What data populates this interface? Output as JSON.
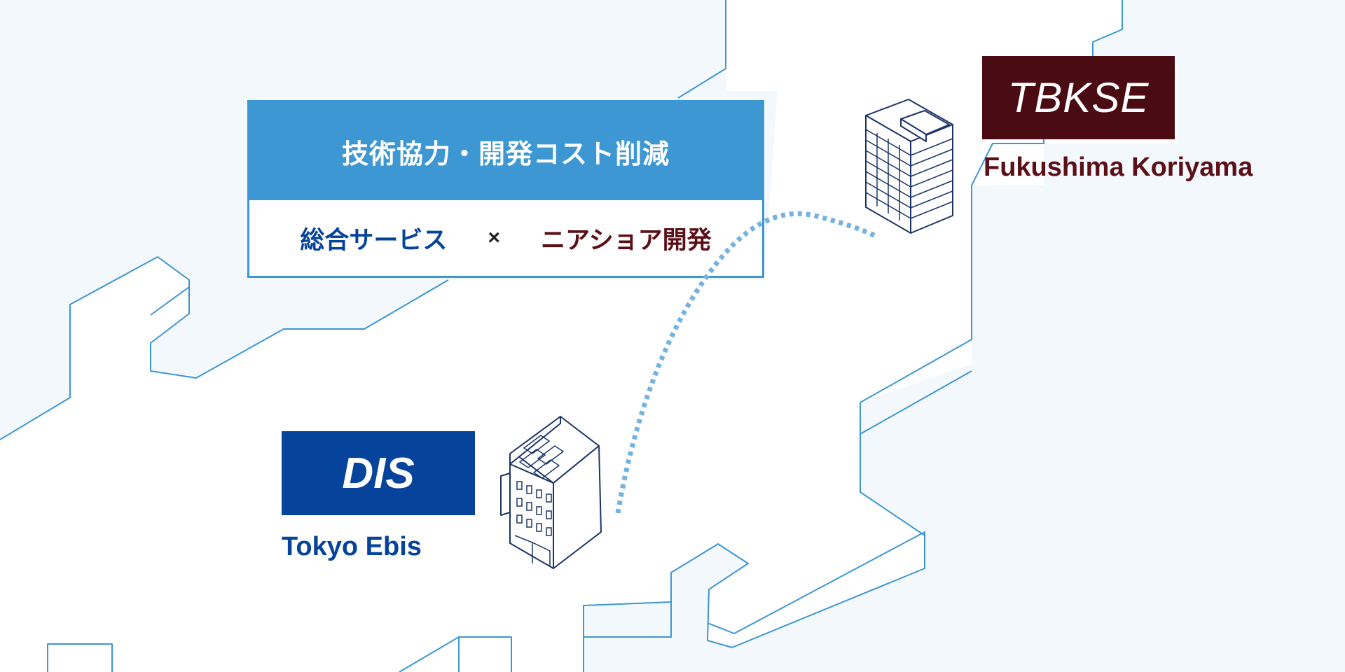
{
  "collaboration": {
    "heading": "技術協力・開発コスト削減",
    "left_service": "総合サービス",
    "cross": "×",
    "right_service": "ニアショア開発"
  },
  "tokyo_company": {
    "logo_text": "DIS",
    "location": "Tokyo Ebis",
    "color": "#06449b"
  },
  "fukushima_company": {
    "logo_text": "TBKSE",
    "location": "Fukushima Koriyama",
    "color": "#4a0c12"
  },
  "colors": {
    "map_outline": "#3d97d3",
    "sea": "#f3f8fc",
    "connector": "#74b3e0",
    "building_outline": "#1b3566"
  },
  "icons": [
    "office-building-icon",
    "tower-building-icon"
  ]
}
